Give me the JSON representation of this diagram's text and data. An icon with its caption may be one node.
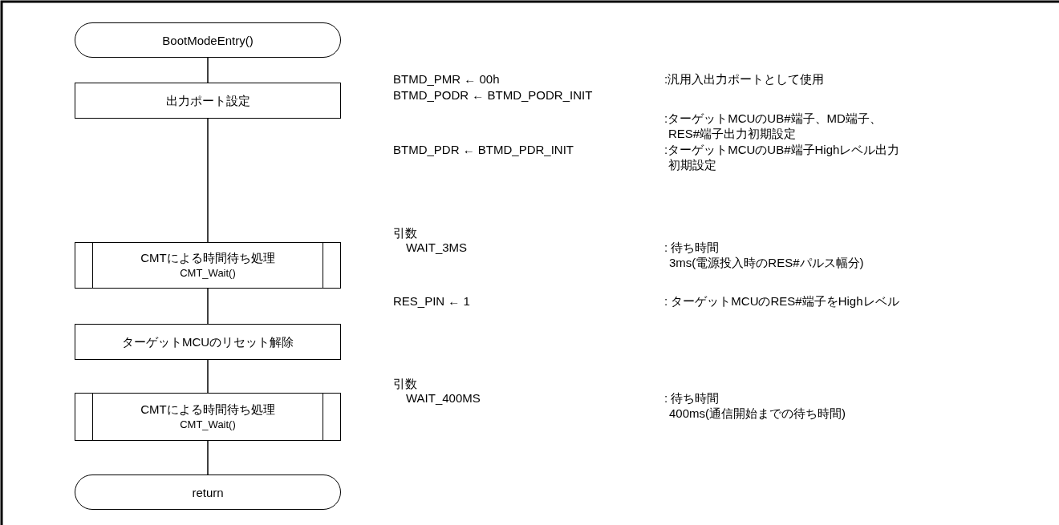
{
  "diagram": {
    "nodes": [
      {
        "text": [
          "BootModeEntry()"
        ]
      },
      {
        "text": [
          "出力ポート設定"
        ]
      },
      {
        "text": [
          "CMTによる時間待ち処理",
          "CMT_Wait()"
        ]
      },
      {
        "text": [
          "ターゲットMCUのリセット解除"
        ]
      },
      {
        "text": [
          "CMTによる時間待ち処理",
          "CMT_Wait()"
        ]
      },
      {
        "text": [
          "return"
        ]
      }
    ],
    "edges": [
      {
        "from": 0,
        "to": 1,
        "arrow": "none"
      },
      {
        "from": 1,
        "to": 2,
        "arrow": "none"
      },
      {
        "from": 2,
        "to": 3,
        "arrow": "none"
      },
      {
        "from": 3,
        "to": 4,
        "arrow": "none"
      },
      {
        "from": 4,
        "to": 5,
        "arrow": "none"
      }
    ],
    "labels": [
      "BTMD_PMR ← 00h",
      ":汎用入出力ポートとして使用",
      "BTMD_PODR ← BTMD_PODR_INIT",
      ":ターゲットMCUのUB#端子、MD端子、RES#端子出力初期設定",
      "BTMD_PDR ← BTMD_PDR_INIT",
      ":ターゲットMCUのUB#端子Highレベル出力初期設定",
      "引数",
      "WAIT_3MS",
      ": 待ち時間",
      "3ms(電源投入時のRES#パルス幅分)",
      "RES_PIN ← 1",
      ": ターゲットMCUのRES#端子をHighレベル",
      "引数",
      "WAIT_400MS",
      ": 待ち時間",
      "400ms(通信開始までの待ち時間)"
    ]
  }
}
